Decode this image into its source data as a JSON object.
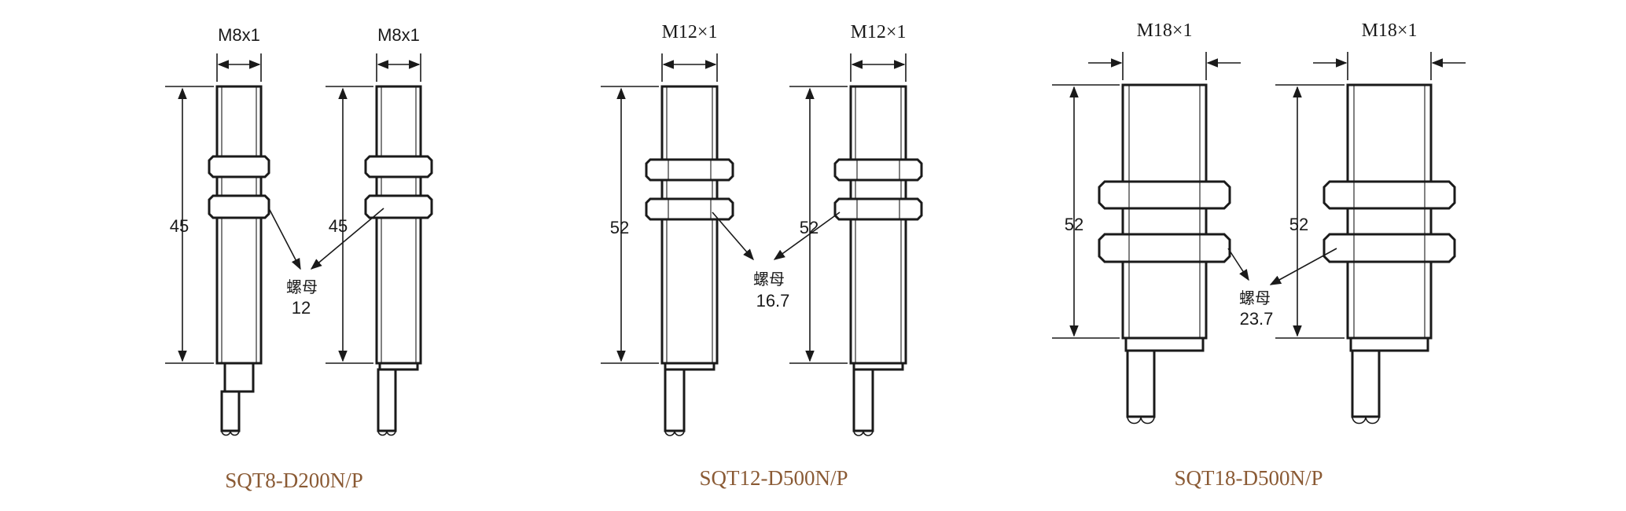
{
  "colors": {
    "line": "#1a1a1a",
    "caption": "#8a5a34",
    "background": "#ffffff"
  },
  "groups": [
    {
      "caption": "SQT8-D200N/P",
      "thread_label": "M8x1",
      "length_label": "45",
      "nut_label": "螺母",
      "nut_size": "12"
    },
    {
      "caption": "SQT12-D500N/P",
      "thread_label": "M12×1",
      "length_label": "52",
      "nut_label": "螺母",
      "nut_size": "16.7"
    },
    {
      "caption": "SQT18-D500N/P",
      "thread_label": "M18×1",
      "length_label": "52",
      "nut_label": "螺母",
      "nut_size": "23.7"
    }
  ]
}
